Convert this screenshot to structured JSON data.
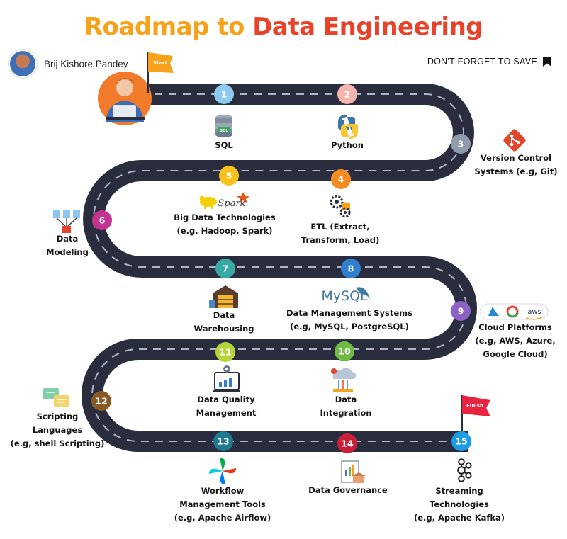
{
  "title": {
    "part1": "Roadmap to",
    "part2": "Data Engineering"
  },
  "author": {
    "name": "Brij Kishore Pandey"
  },
  "save_note": "DON'T FORGET TO SAVE",
  "flags": {
    "start": "Start",
    "finish": "Finish"
  },
  "logo_text": {
    "sql": "SQL",
    "spark": "Spark",
    "mysql": "MySQL",
    "aws": "aws"
  },
  "colors": {
    "title_part1": "#f7a21b",
    "title_part2": "#e8432a",
    "road": "#2a2d3e",
    "lane_marks": "#aeb6c8"
  },
  "steps": [
    {
      "num": "1",
      "color": "#8ec9ef",
      "icon": "database-icon",
      "label": [
        "SQL"
      ]
    },
    {
      "num": "2",
      "color": "#f5b5ae",
      "icon": "python-logo",
      "label": [
        "Python"
      ]
    },
    {
      "num": "3",
      "color": "#8e9bab",
      "icon": "git-icon",
      "label": [
        "Version Control",
        "Systems (e.g, Git)"
      ]
    },
    {
      "num": "4",
      "color": "#f58c1f",
      "icon": "etl-gears-icon",
      "label": [
        "ETL (Extract,",
        "Transform, Load)"
      ]
    },
    {
      "num": "5",
      "color": "#f7c21c",
      "icon": "hadoop-spark-logos",
      "label": [
        "Big Data Technologies",
        "(e.g, Hadoop, Spark)"
      ]
    },
    {
      "num": "6",
      "color": "#c3338f",
      "icon": "data-model-icon",
      "label": [
        "Data",
        "Modeling"
      ]
    },
    {
      "num": "7",
      "color": "#39a9a4",
      "icon": "warehouse-icon",
      "label": [
        "Data",
        "Warehousing"
      ]
    },
    {
      "num": "8",
      "color": "#2f7fce",
      "icon": "mysql-logo",
      "label": [
        "Data Management Systems",
        "(e.g, MySQL, PostgreSQL)"
      ]
    },
    {
      "num": "9",
      "color": "#8c63c5",
      "icon": "cloud-logos",
      "label": [
        "Cloud Platforms",
        "(e.g, AWS, Azure,",
        "Google Cloud)"
      ]
    },
    {
      "num": "10",
      "color": "#6dbb43",
      "icon": "integration-icon",
      "label": [
        "Data",
        "Integration"
      ]
    },
    {
      "num": "11",
      "color": "#b6d43a",
      "icon": "quality-dashboard-icon",
      "label": [
        "Data Quality",
        "Management"
      ]
    },
    {
      "num": "12",
      "color": "#8a5a24",
      "icon": "chat-scripts-icon",
      "label": [
        "Scripting",
        "Languages",
        "(e.g, shell Scripting)"
      ]
    },
    {
      "num": "13",
      "color": "#1f7a8f",
      "icon": "airflow-logo",
      "label": [
        "Workflow",
        "Management Tools",
        "(e.g, Apache Airflow)"
      ]
    },
    {
      "num": "14",
      "color": "#c9203a",
      "icon": "governance-icon",
      "label": [
        "Data Governance"
      ]
    },
    {
      "num": "15",
      "color": "#1d9ce8",
      "icon": "kafka-logo",
      "label": [
        "Streaming",
        "Technologies",
        "(e.g, Apache Kafka)"
      ]
    }
  ]
}
